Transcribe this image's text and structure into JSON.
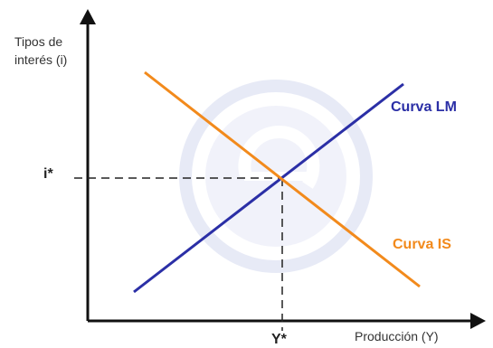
{
  "diagram": {
    "y_axis_label_line1": "Tipos de",
    "y_axis_label_line2": "interés (i)",
    "x_axis_label": "Producción (Y)",
    "equilibrium_rate_label": "i*",
    "equilibrium_output_label": "Y*",
    "lm_curve_label": "Curva LM",
    "is_curve_label": "Curva IS",
    "colors": {
      "lm": "#2b2fa6",
      "is": "#f28a1c",
      "axis": "#111111",
      "guides": "#222222",
      "watermark": "#c9cfec"
    }
  }
}
